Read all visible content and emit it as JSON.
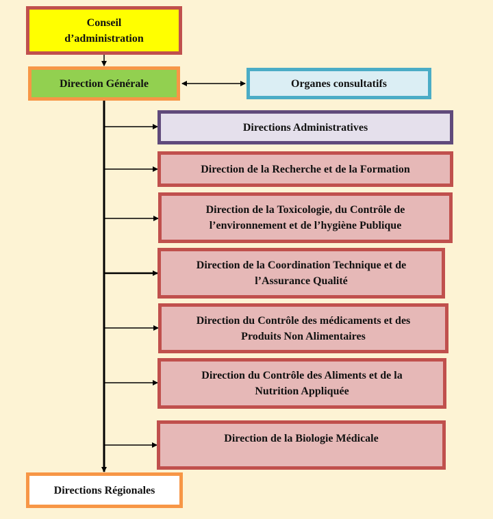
{
  "colors": {
    "background": "#fdf3d4",
    "conseil_fill": "#ffff00",
    "conseil_border": "#c0504d",
    "generale_fill": "#92d050",
    "generale_border": "#f79646",
    "organes_fill": "#dbeef4",
    "organes_border": "#4bacc6",
    "administratives_fill": "#e5e0ec",
    "administratives_border": "#604a7b",
    "direction_fill": "#e6b8b7",
    "direction_border": "#c0504d",
    "regionales_fill": "#ffffff",
    "regionales_border": "#f79646",
    "connector": "#000000"
  },
  "conseil": {
    "label": "Conseil\nd’administration"
  },
  "direction_generale": {
    "label": "Direction Générale"
  },
  "organes_consultatifs": {
    "label": "Organes consultatifs"
  },
  "directions_administratives": {
    "label": "Directions Administratives"
  },
  "directions": [
    {
      "label": "Direction de la Recherche et de la Formation"
    },
    {
      "label": "Direction de la Toxicologie, du Contrôle de\nl’environnement et de l’hygiène Publique"
    },
    {
      "label": "Direction de la Coordination Technique et de\nl’Assurance Qualité"
    },
    {
      "label": "Direction du  Contrôle des médicaments et des\nProduits Non Alimentaires"
    },
    {
      "label": "Direction du  Contrôle des Aliments et de la\nNutrition Appliquée"
    },
    {
      "label": "Direction de la Biologie Médicale"
    }
  ],
  "directions_regionales": {
    "label": "Directions Régionales"
  }
}
